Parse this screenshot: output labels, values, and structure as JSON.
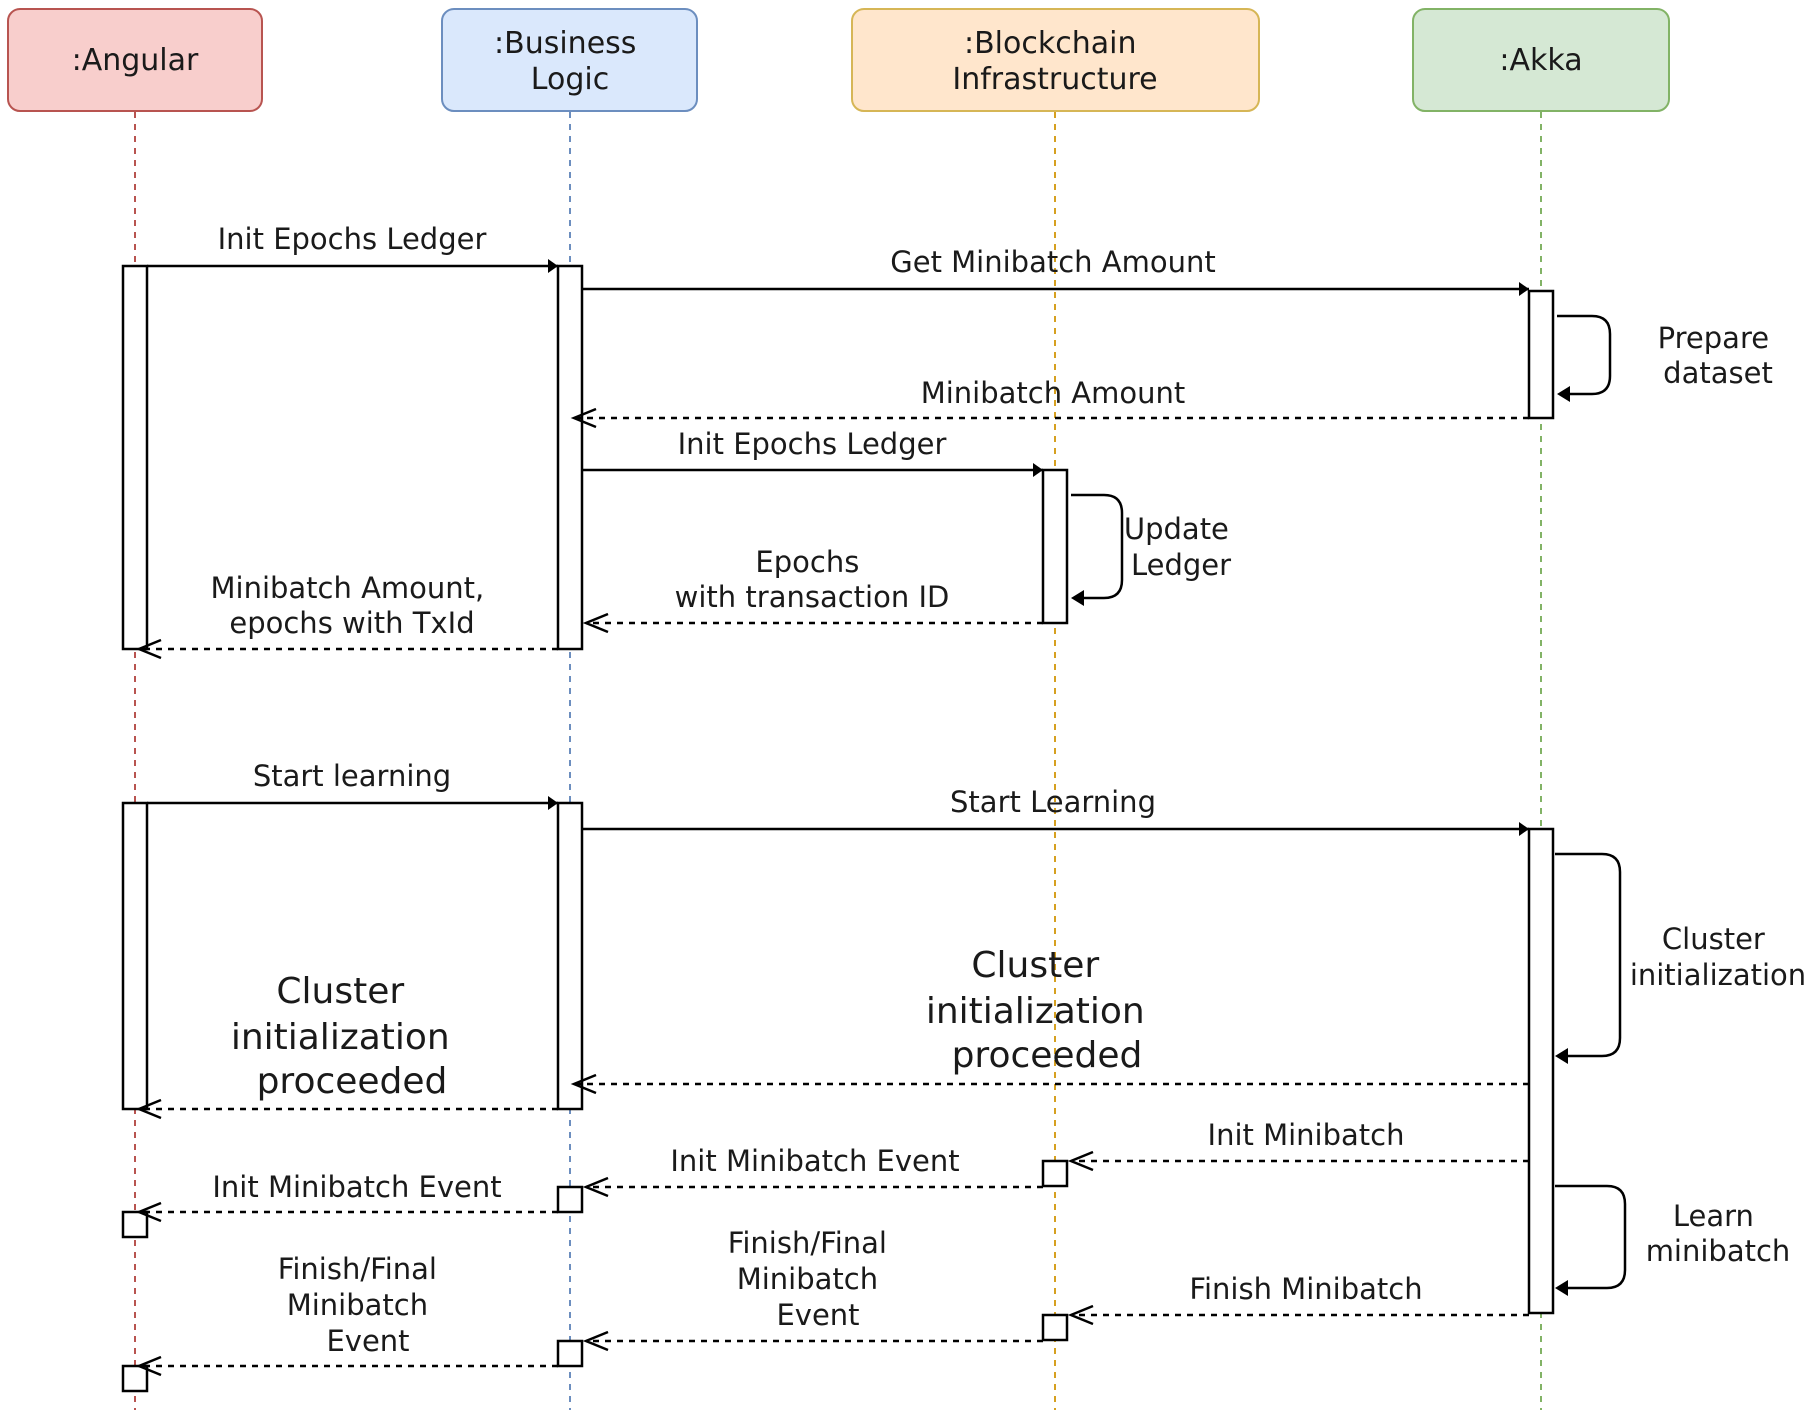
{
  "participants": [
    {
      "id": "angular",
      "label_lines": [
        ":Angular"
      ],
      "fill": "#f8cecc",
      "stroke": "#b85450"
    },
    {
      "id": "business",
      "label_lines": [
        ":Business",
        "Logic"
      ],
      "fill": "#dae8fc",
      "stroke": "#6c8ebf"
    },
    {
      "id": "blockchain",
      "label_lines": [
        ":Blockchain",
        "Infrastructure"
      ],
      "fill": "#ffe6cc",
      "stroke": "#d6b656"
    },
    {
      "id": "akka",
      "label_lines": [
        ":Akka"
      ],
      "fill": "#d5e8d4",
      "stroke": "#82b366"
    }
  ],
  "messages": {
    "m1": [
      "Init Epochs Ledger"
    ],
    "m2": [
      "Get Minibatch Amount"
    ],
    "self1": [
      "Prepare",
      "dataset"
    ],
    "m3": [
      "Minibatch Amount"
    ],
    "m4": [
      "Init Epochs Ledger"
    ],
    "self2": [
      "Update",
      "Ledger"
    ],
    "m5": [
      "Epochs",
      "with transaction ID"
    ],
    "m6": [
      "Minibatch Amount,",
      "epochs with TxId"
    ],
    "m7": [
      "Start learning"
    ],
    "m8": [
      "Start Learning"
    ],
    "self3": [
      "Cluster",
      "initialization"
    ],
    "m9": [
      "Cluster",
      "initialization",
      "proceeded"
    ],
    "m10": [
      "Cluster",
      "initialization",
      "proceeded"
    ],
    "m11": [
      "Init Minibatch"
    ],
    "m12": [
      "Init Minibatch Event"
    ],
    "m13": [
      "Init Minibatch Event"
    ],
    "self4": [
      "Learn",
      "minibatch"
    ],
    "m14": [
      "Finish Minibatch"
    ],
    "m15": [
      "Finish/Final",
      "Minibatch",
      "Event"
    ],
    "m16": [
      "Finish/Final",
      "Minibatch",
      "Event"
    ]
  }
}
